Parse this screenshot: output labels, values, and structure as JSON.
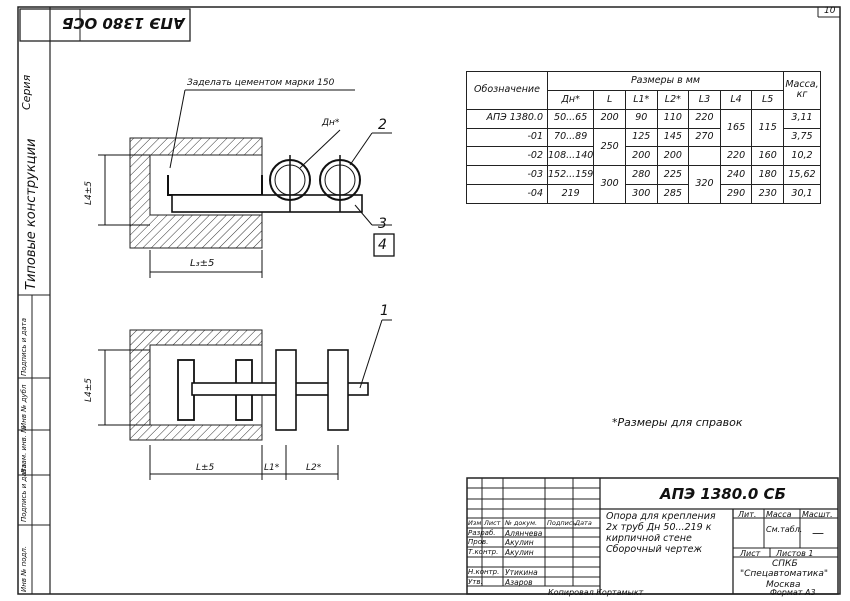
{
  "sheet_number": "10",
  "stamp_code": "АПЭ 1380 ОСБ",
  "side_labels": {
    "series": "Серия",
    "typical": "Типовые конструкции",
    "inv_orig": "Инв № подл.",
    "sign_date": "Подпись и дата",
    "replace_inv": "Взам. инв. №",
    "inv_dubl": "Инв № дубл",
    "sign_date2": "Подпись и дата"
  },
  "drawing": {
    "note_cement": "Заделать цементом марки 150",
    "label_dn": "Дн*",
    "callouts": [
      "2",
      "3",
      "4",
      "1"
    ],
    "dim_l3": "L3±5",
    "dim_l3_text": "L₃±5",
    "dim_l4_top": "L4±5",
    "dim_l4_bottom": "L4±5",
    "dim_l": "L±5",
    "dim_l1": "L1*",
    "dim_l2": "L2*"
  },
  "table": {
    "group_header": "Размеры в мм",
    "col_designation": "Обозначение",
    "col_mass": "Масса, кг",
    "cols": [
      "Дн*",
      "L",
      "L1*",
      "L2*",
      "L3",
      "L4",
      "L5"
    ],
    "rows": [
      {
        "designation": "АПЭ 1380.0",
        "dn": "50...65",
        "l": "200",
        "l1": "90",
        "l2": "110",
        "l3": "220",
        "l4": "165",
        "l5": "115",
        "mass": "3,11"
      },
      {
        "designation": "-01",
        "dn": "70...89",
        "l": "250",
        "l1": "125",
        "l2": "145",
        "l3": "270",
        "l4": "",
        "l5": "",
        "mass": "3,75"
      },
      {
        "designation": "-02",
        "dn": "108...140",
        "l": "",
        "l1": "200",
        "l2": "200",
        "l3": "",
        "l4": "220",
        "l5": "160",
        "mass": "10,2"
      },
      {
        "designation": "-03",
        "dn": "152...159",
        "l": "300",
        "l1": "280",
        "l2": "225",
        "l3": "320",
        "l4": "240",
        "l5": "180",
        "mass": "15,62"
      },
      {
        "designation": "-04",
        "dn": "219",
        "l": "",
        "l1": "300",
        "l2": "285",
        "l3": "",
        "l4": "290",
        "l5": "230",
        "mass": "30,1"
      }
    ]
  },
  "note_reference": "*Размеры для справок",
  "title_block": {
    "doc_code": "АПЭ 1380.0 СБ",
    "title_lines": [
      "Опора для крепления",
      "2х труб Дн 50...219 к",
      "кирпичной стене",
      "Сборочный чертеж"
    ],
    "col_lit": "Лит.",
    "col_mass": "Масса",
    "col_scale": "Масшт.",
    "mass_value": "См.табл.",
    "scale_value": "—",
    "sheet_label": "Лист",
    "sheets_label": "Листов 1",
    "org_lines": [
      "СПКБ",
      "\"Спецавтоматика\"",
      "Москва"
    ],
    "header_cells": [
      "Изм",
      "Лист",
      "№ докум.",
      "Подпись",
      "Дата"
    ],
    "people": [
      {
        "role": "Разраб.",
        "name": "Алянчева"
      },
      {
        "role": "Пров.",
        "name": "Акулин"
      },
      {
        "role": "Т.контр.",
        "name": "Акулин"
      },
      {
        "role": "Н.контр.",
        "name": "Утикина"
      },
      {
        "role": "Утв.",
        "name": "Азаров"
      }
    ],
    "copied_by": "Копировал Кортамыкт",
    "format": "Формат А3"
  }
}
